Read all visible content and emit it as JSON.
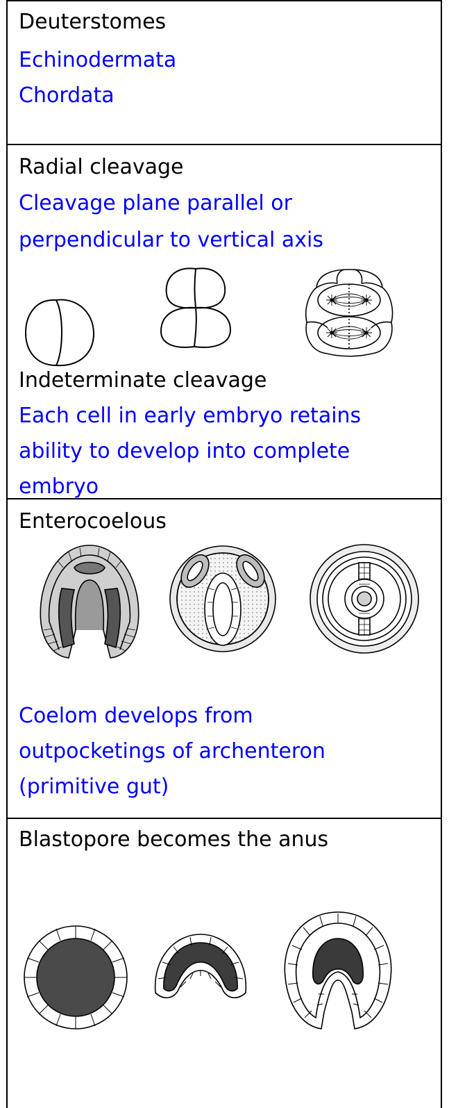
{
  "sections": {
    "deuterostomes": {
      "heading": "Deuterstomes",
      "items": [
        "Echinodermata",
        "Chordata"
      ]
    },
    "radial": {
      "heading": "Radial cleavage",
      "desc": [
        "Cleavage plane parallel or",
        "perpendicular to vertical axis"
      ]
    },
    "indeterminate": {
      "heading": "Indeterminate cleavage",
      "desc": [
        "Each cell in early embryo retains",
        "ability to develop into complete",
        "embryo"
      ]
    },
    "enterocoelous": {
      "heading": "Enterocoelous",
      "desc": [
        "Coelom develops from",
        "outpocketings of archenteron",
        "(primitive gut)"
      ]
    },
    "blastopore": {
      "heading": "Blastopore becomes the anus"
    }
  },
  "colors": {
    "heading": "#000000",
    "desc": "#0000ff",
    "border": "#000000"
  }
}
